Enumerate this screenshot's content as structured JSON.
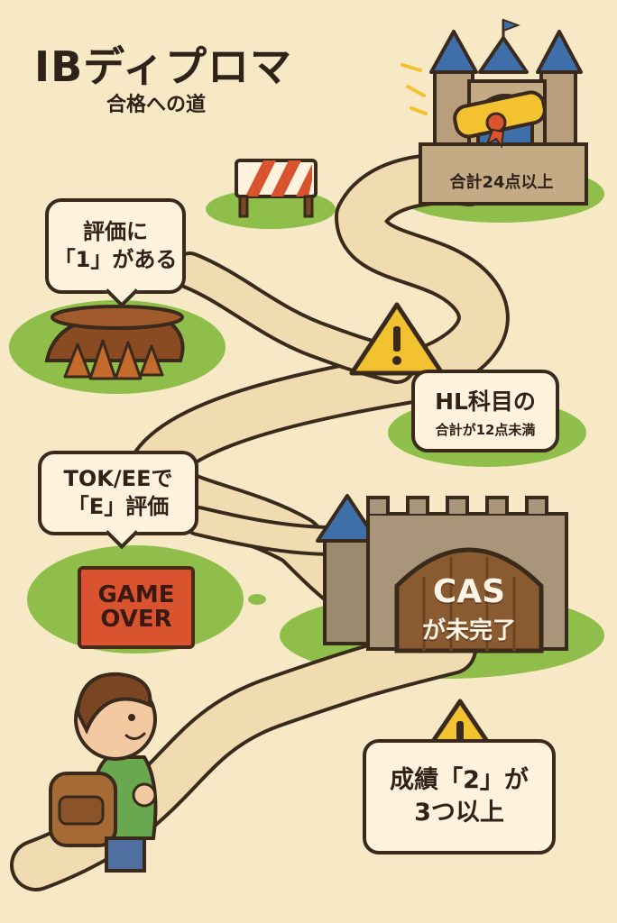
{
  "title": {
    "main": "IBディプロマ",
    "sub": "合格への道"
  },
  "castle": {
    "label": "合計24点以上"
  },
  "bubbles": {
    "grade_one": [
      "評価に",
      "「1」がある"
    ],
    "tok_ee": [
      "TOK/EEで",
      "「E」評価"
    ],
    "hl_total": [
      "HL科目の",
      "合計が12点未満"
    ],
    "grade_two": [
      "成績「2」が",
      "3つ以上"
    ]
  },
  "gate": {
    "line1": "CAS",
    "line2": "が未完了"
  },
  "game_over": {
    "line1": "GAME",
    "line2": "OVER"
  },
  "icons": [
    "warning-icon",
    "barricade-icon",
    "spike-pit-icon",
    "castle-icon",
    "diploma-scroll-icon",
    "stone-gate-icon",
    "student-icon"
  ],
  "colors": {
    "background": "#f7e8c6",
    "path": "#f0dcb0",
    "grass": "#8fbf4a",
    "warning": "#f2c230",
    "game_over": "#d9542e",
    "roof": "#3f6fa8"
  }
}
